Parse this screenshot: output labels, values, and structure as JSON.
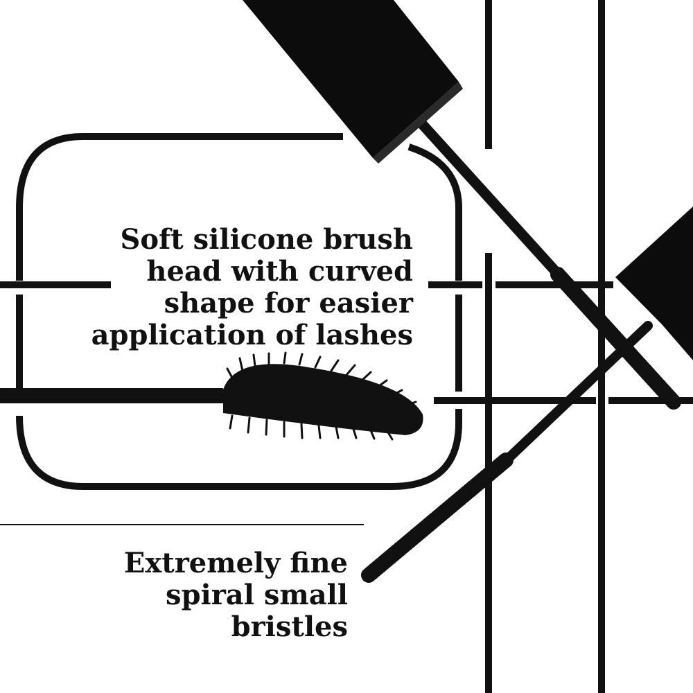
{
  "captions": {
    "top": {
      "lines": [
        "Soft silicone brush",
        "head with curved",
        "shape for easier",
        "application of lashes"
      ]
    },
    "bottom": {
      "lines": [
        "Extremely fine",
        "spiral small",
        "bristles"
      ]
    }
  },
  "colors": {
    "ink": "#111111",
    "background": "#ffffff"
  },
  "icons": {
    "curved_brush": "curved-mascara-brush-icon",
    "spiral_brush": "spiral-mascara-brush-icon"
  }
}
